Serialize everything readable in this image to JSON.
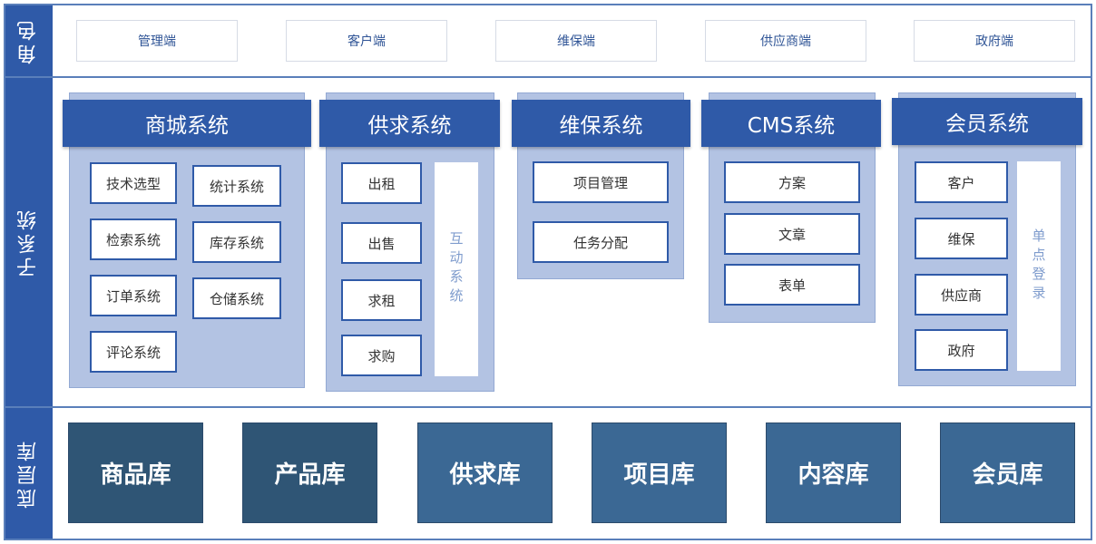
{
  "rows": {
    "roles_label": "角色",
    "subsystems_label": "子系统",
    "base_label": "底层库"
  },
  "roles": [
    "管理端",
    "客户端",
    "维保端",
    "供应商端",
    "政府端"
  ],
  "systems": {
    "mall": {
      "title": "商城系统",
      "items": [
        "技术选型",
        "检索系统",
        "订单系统",
        "评论系统",
        "统计系统",
        "库存系统",
        "仓储系统"
      ]
    },
    "supply": {
      "title": "供求系统",
      "items": [
        "出租",
        "出售",
        "求租",
        "求购"
      ],
      "side": "互动系统"
    },
    "maint": {
      "title": "维保系统",
      "items": [
        "项目管理",
        "任务分配"
      ]
    },
    "cms": {
      "title": "CMS系统",
      "items": [
        "方案",
        "文章",
        "表单"
      ]
    },
    "member": {
      "title": "会员系统",
      "items": [
        "客户",
        "维保",
        "供应商",
        "政府"
      ],
      "side": "单点登录"
    }
  },
  "databases": [
    "商品库",
    "产品库",
    "供求库",
    "项目库",
    "内容库",
    "会员库"
  ],
  "colors": {
    "frame": "#5a7fba",
    "header": "#2f5aa8",
    "panel": "#b3c3e3",
    "db_dark": "#2f5575",
    "db_light": "#3b6894"
  }
}
